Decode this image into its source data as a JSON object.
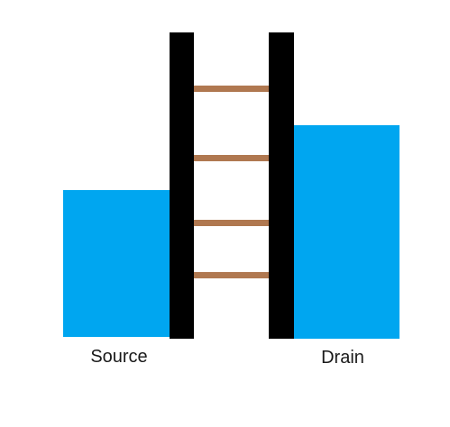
{
  "colors": {
    "water": "#00A6F0",
    "barrier": "#000000",
    "rung": "#B07850",
    "background": "#FFFFFF"
  },
  "labels": {
    "source": "Source",
    "drain": "Drain"
  },
  "rung_count": 4
}
